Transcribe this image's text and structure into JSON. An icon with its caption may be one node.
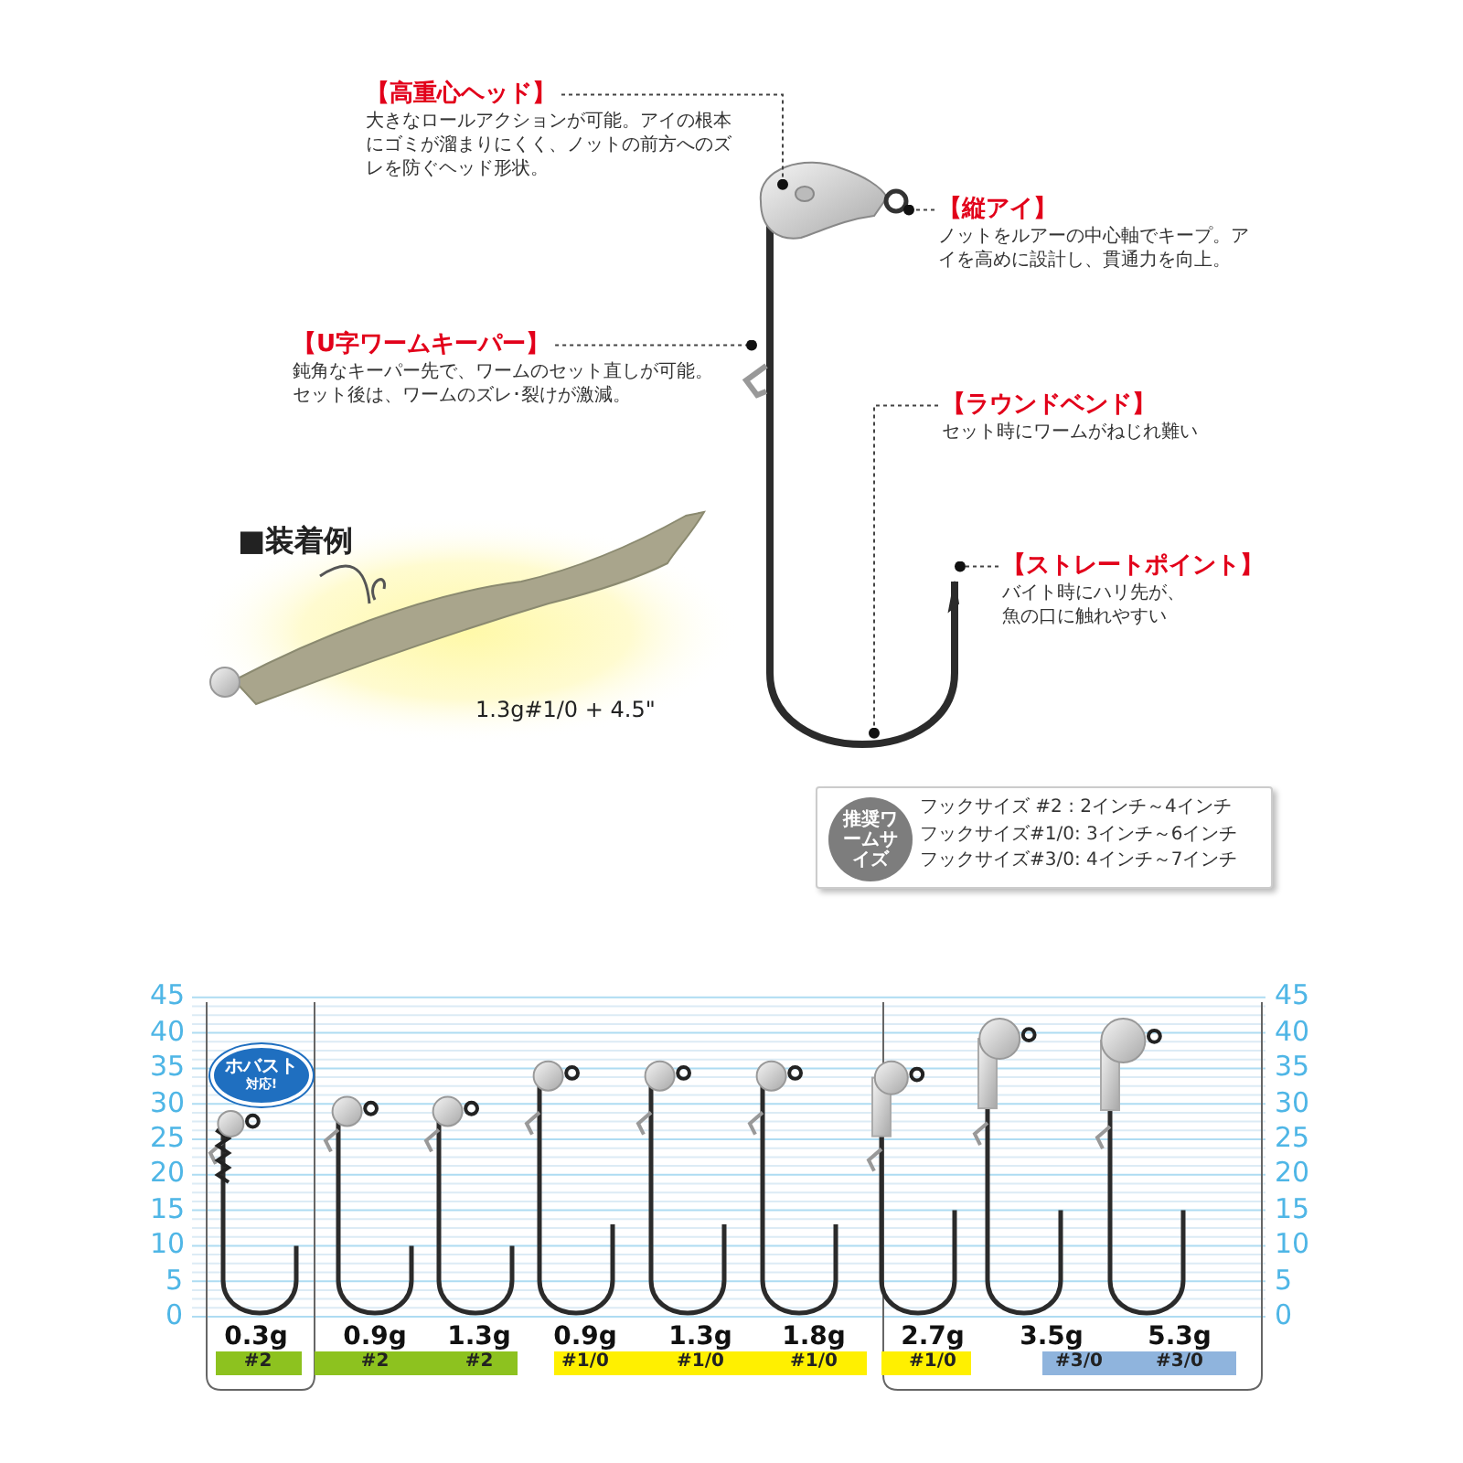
{
  "diagram": {
    "nodes": [
      {
        "text": [
          "【高重心ヘッド】",
          "大きなロールアクションが可能。アイの根本にゴミが溜まりにくく、ノットの前方へのズレを防ぐヘッド形状。"
        ]
      },
      {
        "text": [
          "【縦アイ】",
          "ノットをルアーの中心軸でキープ。アイを高めに設計し、貫通力を向上。"
        ]
      },
      {
        "text": [
          "【U字ワームキーパー】",
          "鈍角なキーパー先で、ワームのセット直しが可能。セット後は、ワームのズレ･裂けが激減。"
        ]
      },
      {
        "text": [
          "【ラウンドベンド】",
          "セット時にワームがねじれ難い"
        ]
      },
      {
        "text": [
          "【ストレートポイント】",
          "バイト時にハリ先が、魚の口に触れやすい"
        ]
      },
      {
        "text": [
          "フックサイズ #2 : 2インチ～4インチ",
          "フックサイズ#1/0: 3インチ～6インチ",
          "フックサイズ#3/0: 4インチ～7インチ"
        ]
      },
      {
        "text": [
          "推奨ワームサイズ"
        ],
        "in": 5
      },
      {
        "text": [
          "ホバスト",
          "対応!"
        ]
      },
      {
        "text": [],
        "shape": "picture"
      }
    ],
    "edges": [
      {
        "from": 0,
        "to": 8,
        "arrow": "other"
      },
      {
        "from": 1,
        "to": 8,
        "arrow": "other"
      },
      {
        "from": 2,
        "to": 8,
        "arrow": "other"
      },
      {
        "from": 3,
        "to": 8,
        "arrow": "other"
      },
      {
        "from": 4,
        "to": 8,
        "arrow": "other"
      }
    ],
    "labels": [
      "■装着例",
      "1.3g#1/0 + 4.5\"",
      "45",
      "40",
      "35",
      "30",
      "25",
      "20",
      "15",
      "10",
      "5",
      "0",
      "0.3g",
      "0.9g",
      "1.3g",
      "0.9g",
      "1.3g",
      "1.8g",
      "2.7g",
      "3.5g",
      "5.3g",
      "#2",
      "#2",
      "#2",
      "#1/0",
      "#1/0",
      "#1/0",
      "#1/0",
      "#3/0",
      "#3/0",
      "45",
      "40",
      "35",
      "30",
      "25",
      "20",
      "15",
      "10",
      "5",
      "0"
    ]
  }
}
